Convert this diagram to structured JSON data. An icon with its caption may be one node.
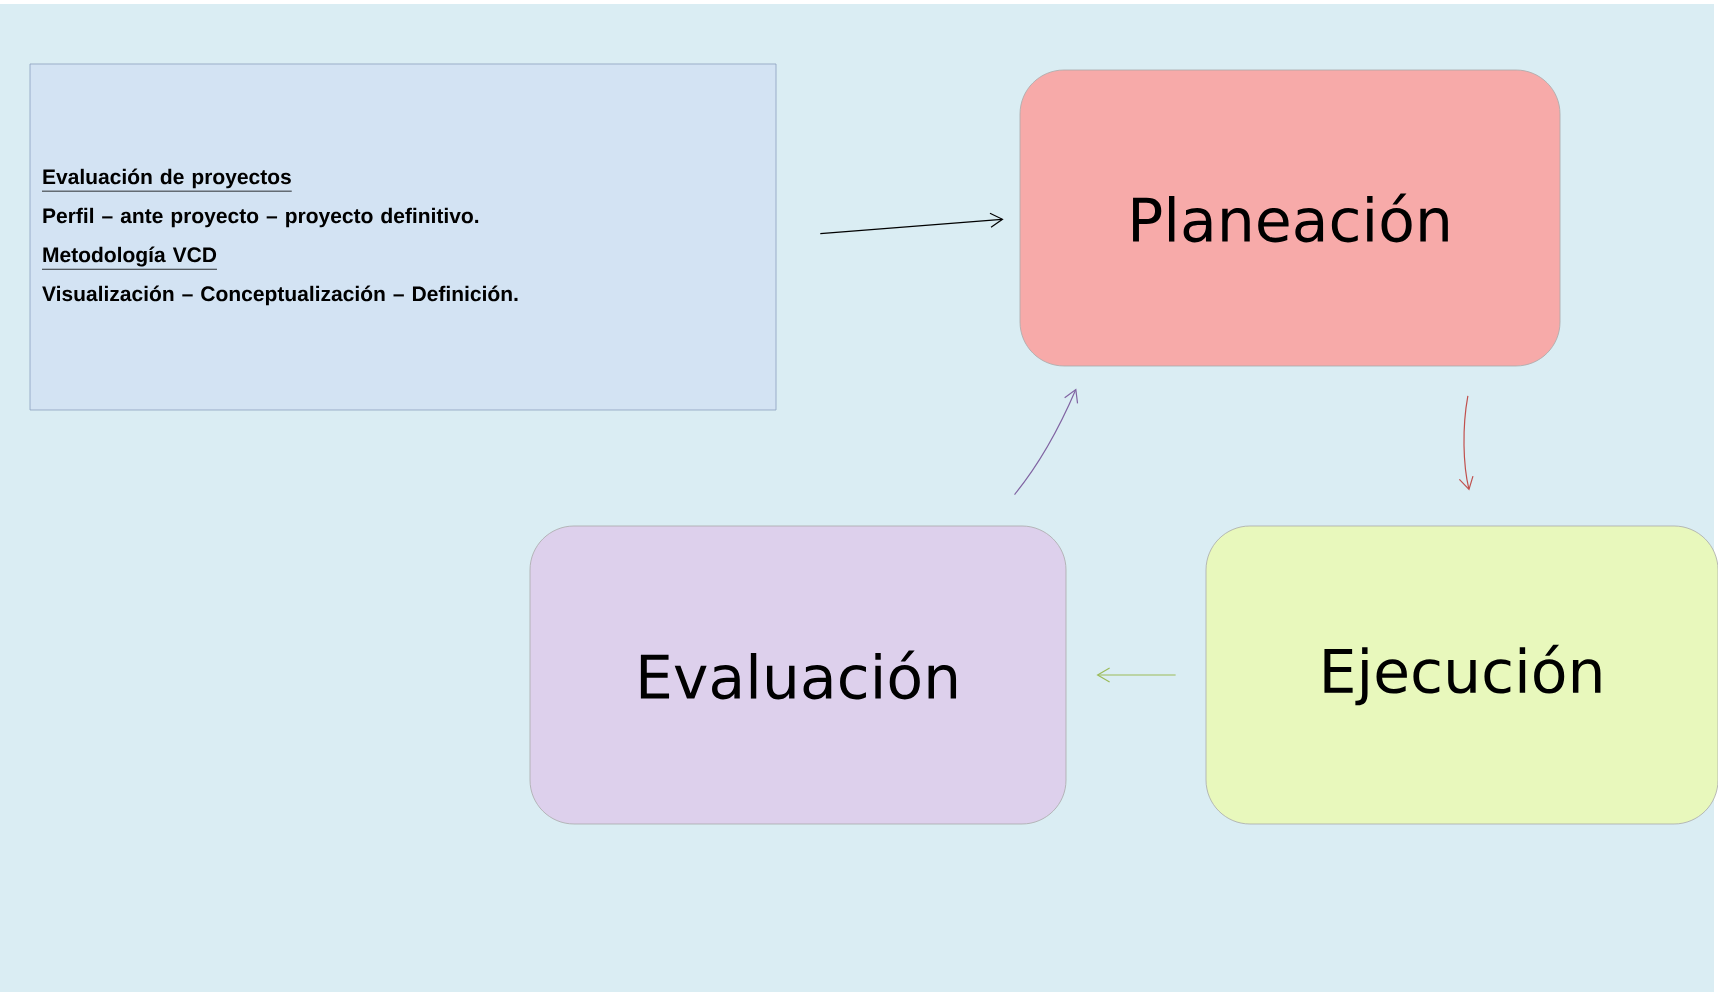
{
  "diagram": {
    "nodes": [
      {
        "text": [
          "Evaluación de proyectos",
          "Perfil – ante proyecto – proyecto definitivo.",
          "Metodología VCD",
          "Visualización – Conceptualización – Definición."
        ]
      },
      {
        "text": [
          "Planeación"
        ]
      },
      {
        "text": [
          "Ejecución"
        ]
      },
      {
        "text": [
          "Evaluación"
        ]
      }
    ],
    "edges": [
      {
        "from": 0,
        "to": 1,
        "arrow": "to"
      },
      {
        "from": 1,
        "to": 2,
        "arrow": "to",
        "color": "#c0504d"
      },
      {
        "from": 2,
        "to": 3,
        "arrow": "to",
        "color": "#9bbb59"
      },
      {
        "from": 3,
        "to": 1,
        "arrow": "to",
        "color": "#8064a2"
      }
    ]
  }
}
